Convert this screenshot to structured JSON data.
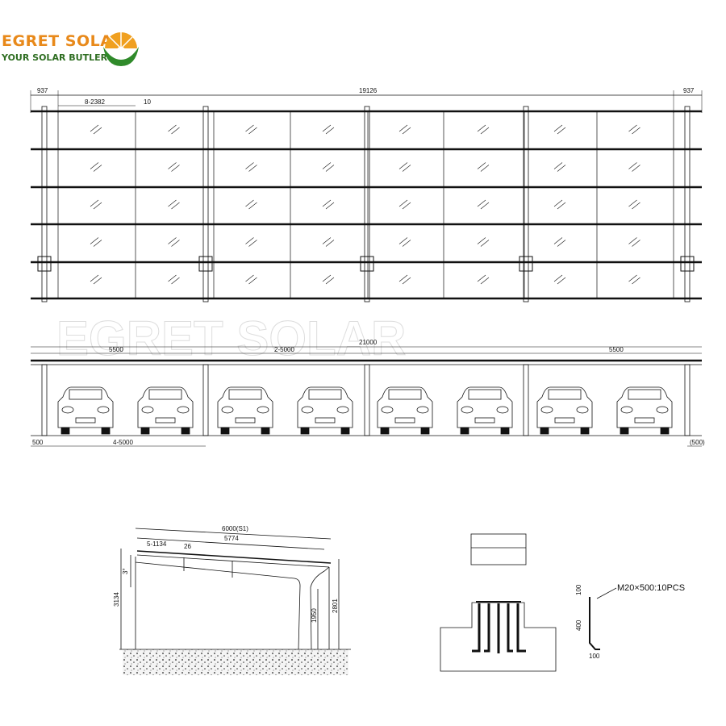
{
  "logo": {
    "name": "EGRET SOLAR",
    "tagline": "YOUR SOLAR BUTLER",
    "colors": {
      "orange": "#e8891a",
      "green": "#2f6e22"
    }
  },
  "watermark": "EGRET SOLAR",
  "plan_view": {
    "dims": {
      "left_overhang": "937",
      "total": "19126",
      "panel_pitch": "8-2382",
      "gap": "10",
      "right_overhang": "937"
    }
  },
  "front_elevation": {
    "dims": {
      "total": "21000",
      "left_bay": "5500",
      "middle_bays": "2-5000",
      "right_bay": "5500",
      "left_offset": "500",
      "column_spacing": "4-5000",
      "right_offset": "(500)"
    },
    "car_count": 8
  },
  "side_section": {
    "dims": {
      "rafter_length": "6000(S1)",
      "panel_span": "5774",
      "purlins": "5-1134",
      "purlin_gap": "26",
      "tilt": "3°",
      "high_height": "3134",
      "column_height": "1950",
      "low_height": "2801"
    }
  },
  "anchor_detail": {
    "bolt_spec": "M20×500:10PCS",
    "top_length": "100",
    "embed_length": "400",
    "hook_length": "100"
  }
}
